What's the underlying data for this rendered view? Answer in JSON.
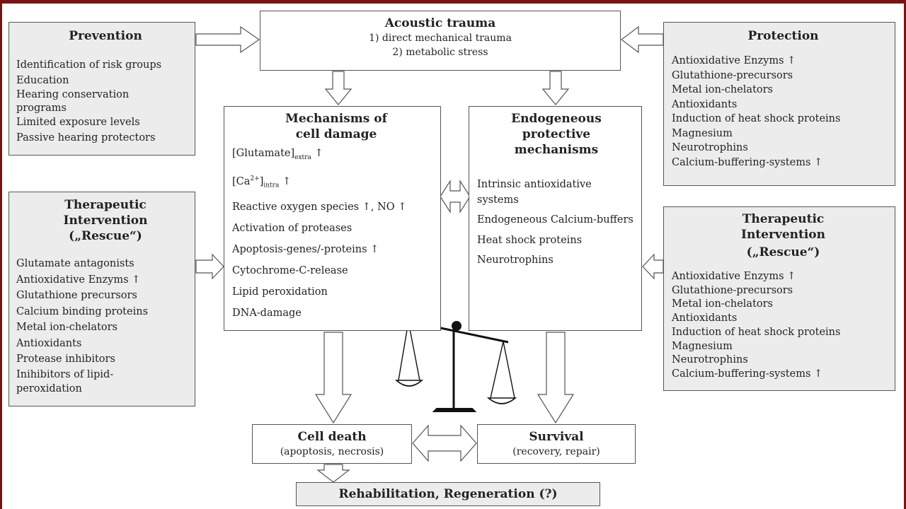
{
  "acoustic": {
    "title": "Acoustic trauma",
    "lines": [
      "1) direct mechanical trauma",
      "2) metabolic stress"
    ]
  },
  "prevention": {
    "title": "Prevention",
    "items": [
      "Identification of risk groups",
      "Education",
      "Hearing conservation",
      "programs",
      "Limited exposure levels",
      "Passive hearing protectors"
    ]
  },
  "protection": {
    "title": "Protection",
    "items": [
      "Antioxidative Enzyms ↑",
      "Glutathione-precursors",
      "Metal ion-chelators",
      "Antioxidants",
      "Induction of heat shock proteins",
      "Magnesium",
      "Neurotrophins",
      "Calcium-buffering-systems ↑"
    ]
  },
  "mechanisms": {
    "title_line1": "Mechanisms of",
    "title_line2": "cell damage",
    "glutamate": "[Glutamate]",
    "glutamate_sub": "extra",
    "calcium": "[Ca",
    "calcium_sup": "2+",
    "calcium_close": "]",
    "calcium_sub": "intra",
    "arrow_up": "↑",
    "items": [
      "Reactive oxygen species ↑, NO ↑",
      "Activation of proteases",
      "Apoptosis-genes/-proteins  ↑",
      "Cytochrome-C-release",
      "Lipid peroxidation",
      "DNA-damage"
    ]
  },
  "endogenous": {
    "title_line1": "Endogeneous",
    "title_line2": "protective",
    "title_line3": "mechanisms",
    "items": [
      "Intrinsic antioxidative systems",
      "Endogeneous Calcium-buffers",
      "Heat shock proteins",
      "Neurotrophins"
    ]
  },
  "therapeutic_left": {
    "title_line1": "Therapeutic",
    "title_line2": "Intervention",
    "title_line3": "(„Rescue“)",
    "items": [
      "Glutamate antagonists",
      "Antioxidative Enzyms ↑",
      "Glutathione precursors",
      "Calcium binding proteins",
      "Metal ion-chelators",
      "Antioxidants",
      "Protease inhibitors",
      "Inihibitors of lipid-",
      "peroxidation"
    ]
  },
  "therapeutic_right": {
    "title_line1": "Therapeutic",
    "title_line2": "Intervention",
    "title_line3": "(„Rescue“)",
    "items": [
      "Antioxidative Enzyms ↑",
      "Glutathione-precursors",
      "Metal ion-chelators",
      "Antioxidants",
      "Induction of heat shock proteins",
      "Magnesium",
      "Neurotrophins",
      "Calcium-buffering-systems ↑"
    ]
  },
  "cell_death": {
    "title": "Cell death",
    "sub": "(apoptosis, necrosis)"
  },
  "survival": {
    "title": "Survival",
    "sub": "(recovery, repair)"
  },
  "rehab": {
    "title": "Rehabilitation, Regeneration (?)"
  },
  "colors": {
    "frame": "#7a1414",
    "box_gray": "#ececec",
    "arrow_fill": "#ffffff",
    "arrow_stroke": "#555555"
  }
}
